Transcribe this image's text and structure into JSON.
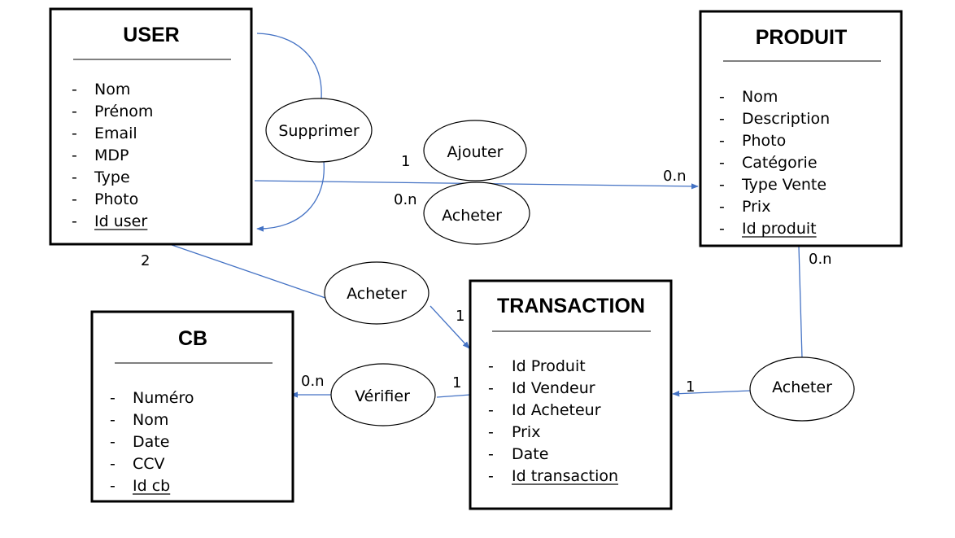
{
  "colors": {
    "connector": "#4472c4",
    "border": "#000000"
  },
  "entities": {
    "user": {
      "title": "USER",
      "attributes": [
        {
          "text": "Nom",
          "key": false
        },
        {
          "text": "Prénom",
          "key": false
        },
        {
          "text": "Email",
          "key": false
        },
        {
          "text": "MDP",
          "key": false
        },
        {
          "text": "Type",
          "key": false
        },
        {
          "text": "Photo",
          "key": false
        },
        {
          "text": "Id user",
          "key": true
        }
      ]
    },
    "produit": {
      "title": "PRODUIT",
      "attributes": [
        {
          "text": "Nom",
          "key": false
        },
        {
          "text": "Description",
          "key": false
        },
        {
          "text": "Photo",
          "key": false
        },
        {
          "text": "Catégorie",
          "key": false
        },
        {
          "text": "Type Vente",
          "key": false
        },
        {
          "text": "Prix",
          "key": false
        },
        {
          "text": "Id produit",
          "key": true
        }
      ]
    },
    "transaction": {
      "title": "TRANSACTION",
      "attributes": [
        {
          "text": "Id Produit",
          "key": false
        },
        {
          "text": "Id Vendeur",
          "key": false
        },
        {
          "text": "Id Acheteur",
          "key": false
        },
        {
          "text": "Prix",
          "key": false
        },
        {
          "text": "Date",
          "key": false
        },
        {
          "text": "Id transaction",
          "key": true
        }
      ]
    },
    "cb": {
      "title": "CB",
      "attributes": [
        {
          "text": "Numéro",
          "key": false
        },
        {
          "text": "Nom",
          "key": false
        },
        {
          "text": "Date",
          "key": false
        },
        {
          "text": "CCV",
          "key": false
        },
        {
          "text": "Id cb",
          "key": true
        }
      ]
    }
  },
  "bullet": "-",
  "relations": {
    "supprimer": "Supprimer",
    "ajouter": "Ajouter",
    "acheter_user_produit": "Acheter",
    "acheter_user_transaction": "Acheter",
    "verifier": "Vérifier",
    "acheter_produit_transaction": "Acheter"
  },
  "cardinalities": {
    "user_ajouter": "1",
    "user_acheter": "0.n",
    "produit_side": "0.n",
    "user_transaction": "2",
    "transaction_from_user": "1",
    "cb_side": "0.n",
    "transaction_verifier": "1",
    "produit_transaction": "0.n",
    "transaction_from_produit": "1"
  }
}
